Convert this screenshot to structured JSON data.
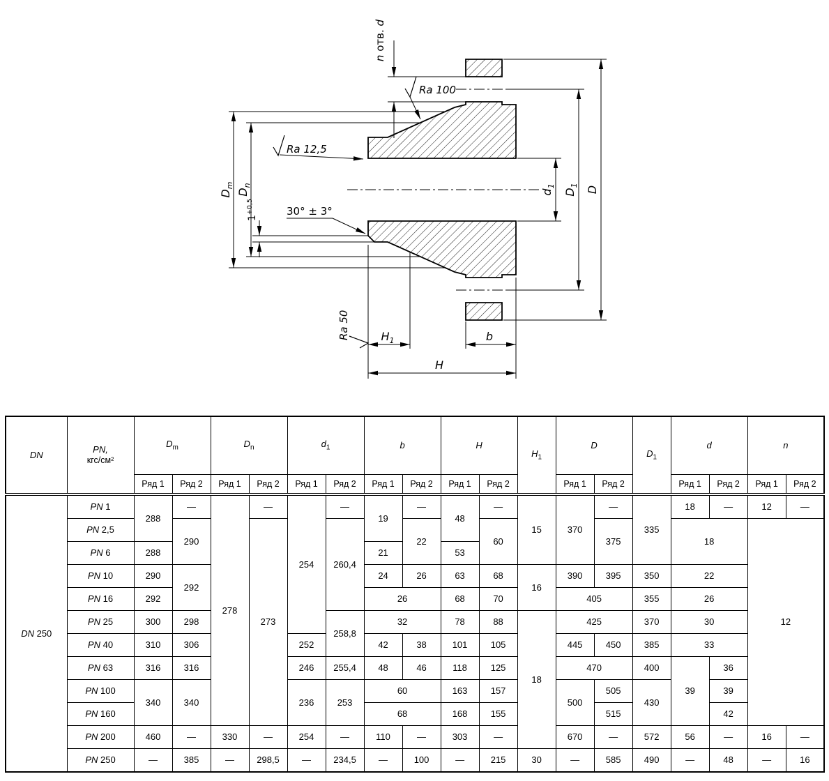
{
  "drawing": {
    "n_holes_pre": "n",
    "n_holes_mid": " отв. ",
    "n_holes_post": "d",
    "ra100": "Ra 100",
    "ra125": "Ra 12,5",
    "ra50": "Ra 50",
    "angle": "30° ± 3°",
    "land": "1",
    "land_tol": "+0,5",
    "dim_Dm_base": "D",
    "dim_Dm_sub": "m",
    "dim_Dn_base": "D",
    "dim_Dn_sub": "n",
    "dim_d1_base": "d",
    "dim_d1_sub": "1",
    "dim_D1_base": "D",
    "dim_D1_sub": "1",
    "dim_D": "D",
    "dim_H1_base": "H",
    "dim_H1_sub": "1",
    "dim_H": "H",
    "dim_b": "b"
  },
  "table": {
    "header_row1": [
      {
        "t": "DN",
        "rs": 2
      },
      {
        "t": "PN,",
        "t2": "кгс/см²",
        "rs": 2
      },
      {
        "t": "D",
        "sb": "m",
        "cs": 2
      },
      {
        "t": "D",
        "sb": "n",
        "cs": 2
      },
      {
        "t": "d",
        "sb": "1",
        "cs": 2
      },
      {
        "t": "b",
        "cs": 2
      },
      {
        "t": "H",
        "cs": 2
      },
      {
        "t": "H",
        "sb": "1",
        "rs": 2
      },
      {
        "t": "D",
        "cs": 2
      },
      {
        "t": "D",
        "sb": "1",
        "rs": 2
      },
      {
        "t": "d",
        "cs": 2
      },
      {
        "t": "n",
        "cs": 2
      }
    ],
    "header_row2": [
      "Ряд 1",
      "Ряд 2",
      "Ряд 1",
      "Ряд 2",
      "Ряд 1",
      "Ряд 2",
      "Ряд 1",
      "Ряд 2",
      "Ряд 1",
      "Ряд 2",
      "Ряд 1",
      "Ряд 2",
      "Ряд 1",
      "Ряд 2",
      "Ряд 1",
      "Ряд 2"
    ],
    "rows": [
      [
        {
          "t": "DN 250",
          "rs": 12
        },
        {
          "t": "PN 1"
        },
        {
          "t": "288",
          "rs": 2
        },
        {
          "t": "—"
        },
        {
          "t": "278",
          "rs": 10
        },
        {
          "t": "—"
        },
        {
          "t": "254",
          "rs": 6
        },
        {
          "t": "—"
        },
        {
          "t": "19",
          "rs": 2
        },
        {
          "t": "—"
        },
        {
          "t": "48",
          "rs": 2
        },
        {
          "t": "—"
        },
        {
          "t": "15",
          "rs": 3
        },
        {
          "t": "370",
          "rs": 3
        },
        {
          "t": "—"
        },
        {
          "t": "335",
          "rs": 3
        },
        {
          "t": "18"
        },
        {
          "t": "—"
        },
        {
          "t": "12"
        },
        {
          "t": "—"
        }
      ],
      [
        {
          "t": "PN 2,5"
        },
        {
          "t": "290",
          "rs": 2
        },
        {
          "t": "273",
          "rs": 9
        },
        {
          "t": "260,4",
          "rs": 4
        },
        {
          "t": "22",
          "rs": 2
        },
        {
          "t": "60",
          "rs": 2
        },
        {
          "t": "375",
          "rs": 2
        },
        {
          "t": "18",
          "cs": 2,
          "rs": 2
        },
        {
          "t": "12",
          "cs": 2,
          "rs": 9
        }
      ],
      [
        {
          "t": "PN 6"
        },
        {
          "t": "288"
        },
        {
          "t": "21"
        },
        {
          "t": "53"
        }
      ],
      [
        {
          "t": "PN 10"
        },
        {
          "t": "290"
        },
        {
          "t": "292",
          "rs": 2
        },
        {
          "t": "24"
        },
        {
          "t": "26"
        },
        {
          "t": "63"
        },
        {
          "t": "68"
        },
        {
          "t": "16",
          "rs": 2
        },
        {
          "t": "390"
        },
        {
          "t": "395"
        },
        {
          "t": "350"
        },
        {
          "t": "22",
          "cs": 2
        }
      ],
      [
        {
          "t": "PN 16"
        },
        {
          "t": "292"
        },
        {
          "t": "26",
          "cs": 2
        },
        {
          "t": "68"
        },
        {
          "t": "70"
        },
        {
          "t": "405",
          "cs": 2
        },
        {
          "t": "355"
        },
        {
          "t": "26",
          "cs": 2
        }
      ],
      [
        {
          "t": "PN 25"
        },
        {
          "t": "300"
        },
        {
          "t": "298"
        },
        {
          "t": "258,8",
          "rs": 2
        },
        {
          "t": "32",
          "cs": 2
        },
        {
          "t": "78"
        },
        {
          "t": "88"
        },
        {
          "t": "18",
          "rs": 6
        },
        {
          "t": "425",
          "cs": 2
        },
        {
          "t": "370"
        },
        {
          "t": "30",
          "cs": 2
        }
      ],
      [
        {
          "t": "PN 40"
        },
        {
          "t": "310"
        },
        {
          "t": "306"
        },
        {
          "t": "252"
        },
        {
          "t": "42"
        },
        {
          "t": "38"
        },
        {
          "t": "101"
        },
        {
          "t": "105"
        },
        {
          "t": "445"
        },
        {
          "t": "450"
        },
        {
          "t": "385"
        },
        {
          "t": "33",
          "cs": 2
        }
      ],
      [
        {
          "t": "PN 63"
        },
        {
          "t": "316"
        },
        {
          "t": "316"
        },
        {
          "t": "246"
        },
        {
          "t": "255,4"
        },
        {
          "t": "48"
        },
        {
          "t": "46"
        },
        {
          "t": "118"
        },
        {
          "t": "125"
        },
        {
          "t": "470",
          "cs": 2
        },
        {
          "t": "400"
        },
        {
          "t": "39",
          "rs": 3
        },
        {
          "t": "36"
        }
      ],
      [
        {
          "t": "PN 100"
        },
        {
          "t": "340",
          "rs": 2
        },
        {
          "t": "340",
          "rs": 2
        },
        {
          "t": "236",
          "rs": 2
        },
        {
          "t": "253",
          "rs": 2
        },
        {
          "t": "60",
          "cs": 2
        },
        {
          "t": "163"
        },
        {
          "t": "157"
        },
        {
          "t": "500",
          "rs": 2
        },
        {
          "t": "505"
        },
        {
          "t": "430",
          "rs": 2
        },
        {
          "t": "39"
        }
      ],
      [
        {
          "t": "PN 160"
        },
        {
          "t": "68",
          "cs": 2
        },
        {
          "t": "168"
        },
        {
          "t": "155"
        },
        {
          "t": "515"
        },
        {
          "t": "42"
        }
      ],
      [
        {
          "t": "PN 200"
        },
        {
          "t": "460"
        },
        {
          "t": "—"
        },
        {
          "t": "330"
        },
        {
          "t": "—"
        },
        {
          "t": "254"
        },
        {
          "t": "—"
        },
        {
          "t": "110"
        },
        {
          "t": "—"
        },
        {
          "t": "303"
        },
        {
          "t": "—"
        },
        {
          "t": "670"
        },
        {
          "t": "—"
        },
        {
          "t": "572"
        },
        {
          "t": "56"
        },
        {
          "t": "—"
        },
        {
          "t": "16"
        },
        {
          "t": "—"
        }
      ],
      [
        {
          "t": "PN 250"
        },
        {
          "t": "—"
        },
        {
          "t": "385"
        },
        {
          "t": "—"
        },
        {
          "t": "298,5"
        },
        {
          "t": "—"
        },
        {
          "t": "234,5"
        },
        {
          "t": "—"
        },
        {
          "t": "100"
        },
        {
          "t": "—"
        },
        {
          "t": "215"
        },
        {
          "t": "30"
        },
        {
          "t": "—"
        },
        {
          "t": "585"
        },
        {
          "t": "490"
        },
        {
          "t": "—"
        },
        {
          "t": "48"
        },
        {
          "t": "—"
        },
        {
          "t": "16"
        }
      ]
    ]
  }
}
